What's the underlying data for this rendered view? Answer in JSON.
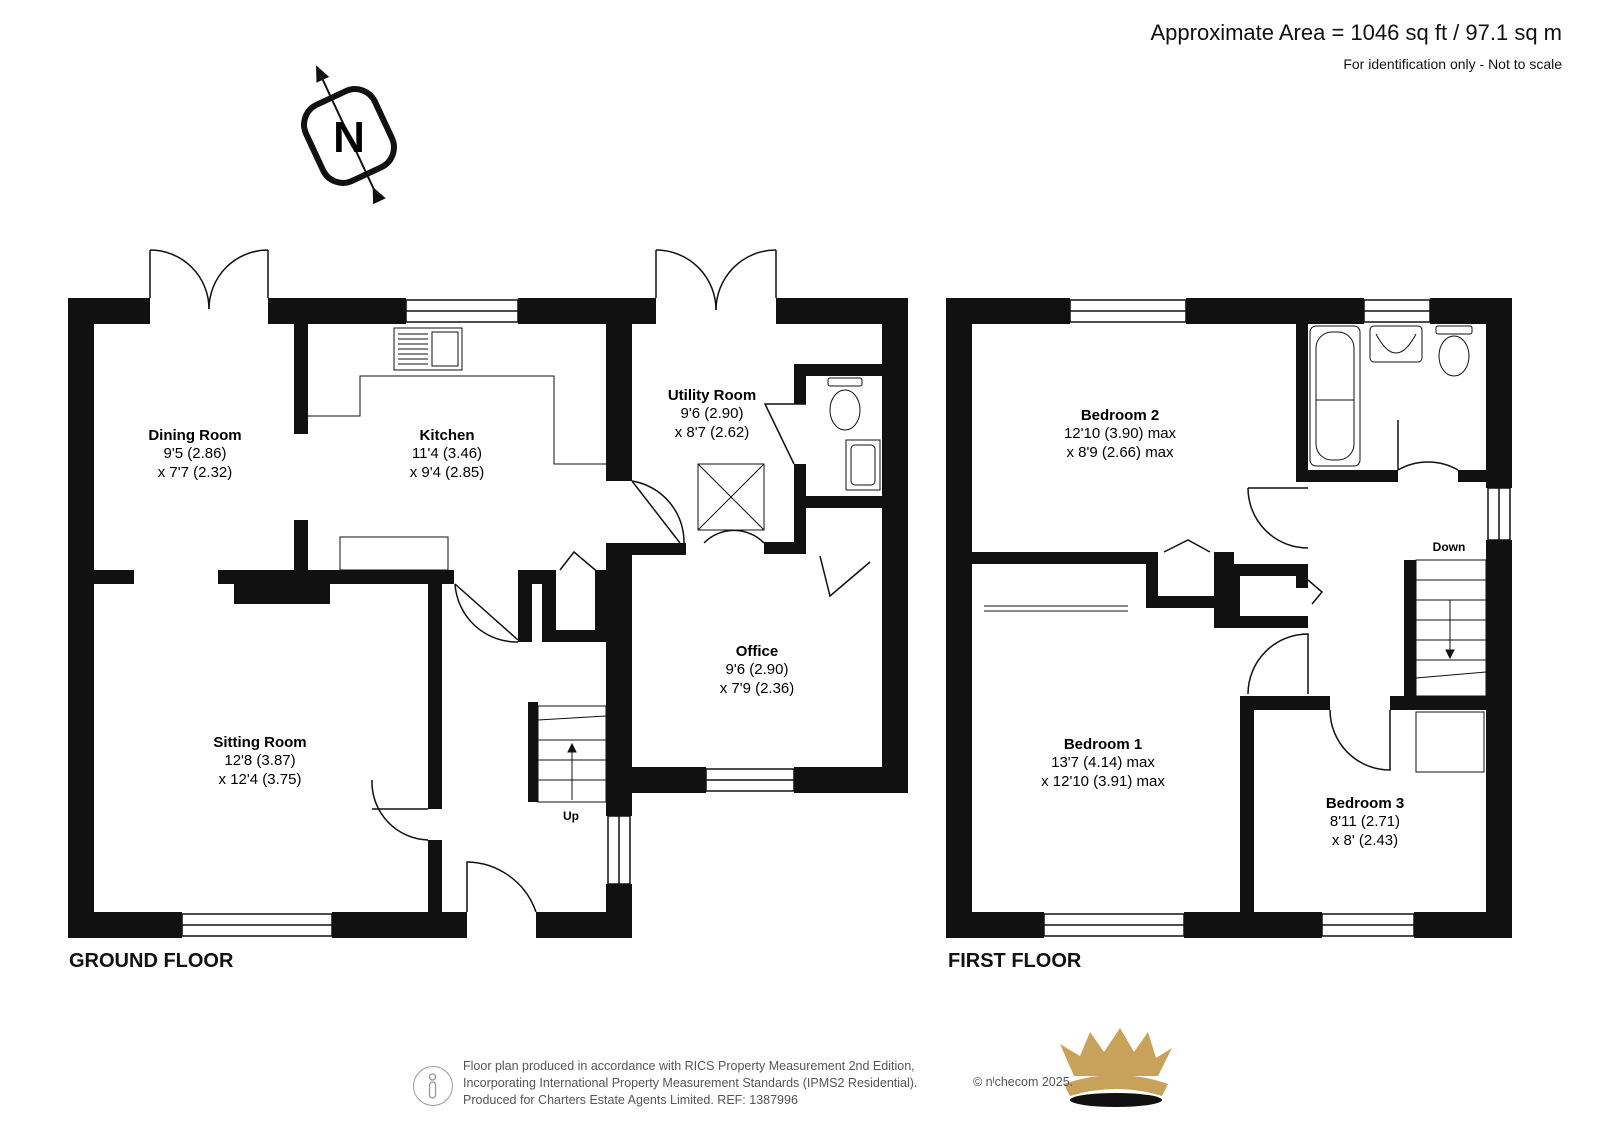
{
  "header": {
    "area": "Approximate Area = 1046 sq ft / 97.1 sq m",
    "disclaimer": "For identification only - Not to scale"
  },
  "compass": {
    "letter": "N"
  },
  "ground_floor": {
    "label": "GROUND FLOOR",
    "rooms": {
      "dining": {
        "name": "Dining Room",
        "dim1": "9'5 (2.86)",
        "dim2": "x 7'7 (2.32)"
      },
      "kitchen": {
        "name": "Kitchen",
        "dim1": "11'4 (3.46)",
        "dim2": "x 9'4 (2.85)"
      },
      "utility": {
        "name": "Utility Room",
        "dim1": "9'6 (2.90)",
        "dim2": "x 8'7 (2.62)"
      },
      "office": {
        "name": "Office",
        "dim1": "9'6 (2.90)",
        "dim2": "x 7'9 (2.36)"
      },
      "sitting": {
        "name": "Sitting Room",
        "dim1": "12'8 (3.87)",
        "dim2": "x 12'4 (3.75)"
      }
    },
    "stairs": "Up"
  },
  "first_floor": {
    "label": "FIRST FLOOR",
    "rooms": {
      "bedroom2": {
        "name": "Bedroom 2",
        "dim1": "12'10 (3.90) max",
        "dim2": "x 8'9 (2.66) max"
      },
      "bedroom1": {
        "name": "Bedroom 1",
        "dim1": "13'7 (4.14) max",
        "dim2": "x 12'10 (3.91) max"
      },
      "bedroom3": {
        "name": "Bedroom 3",
        "dim1": "8'11 (2.71)",
        "dim2": "x 8' (2.43)"
      }
    },
    "stairs": "Down"
  },
  "footer": {
    "line1": "Floor plan produced in accordance with RICS Property Measurement 2nd Edition,",
    "line2": "Incorporating International Property Measurement Standards (IPMS2 Residential).",
    "line3": "Produced for Charters Estate Agents Limited.   REF: 1387996",
    "copyright": "© nˡchecom 2025.",
    "logo_color": "#c8a15a"
  }
}
